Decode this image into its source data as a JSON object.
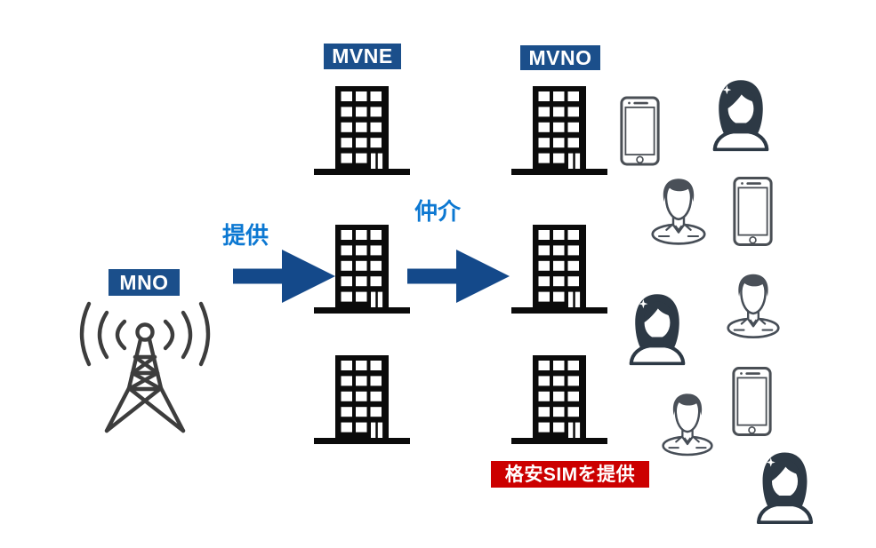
{
  "diagram": {
    "type": "flow-diagram",
    "description_visible_text_only": true
  },
  "nodes": {
    "mno": {
      "label": "MNO",
      "icon": "radio-tower-icon"
    },
    "mvne": {
      "label": "MVNE",
      "icon": "office-building-icon",
      "building_count": 3
    },
    "mvno": {
      "label": "MVNO",
      "icon": "office-building-icon",
      "building_count": 3,
      "note_label": "格安SIMを提供"
    }
  },
  "arrows": {
    "mno_to_mvne": {
      "label": "提供",
      "direction": "right"
    },
    "mvne_to_mvno": {
      "label": "仲介",
      "direction": "right"
    }
  },
  "consumers": [
    {
      "icon": "smartphone-icon"
    },
    {
      "icon": "female-user-icon"
    },
    {
      "icon": "male-user-icon"
    },
    {
      "icon": "smartphone-icon"
    },
    {
      "icon": "male-user-icon"
    },
    {
      "icon": "female-user-icon"
    },
    {
      "icon": "smartphone-icon"
    },
    {
      "icon": "male-user-icon"
    },
    {
      "icon": "female-user-icon"
    }
  ],
  "colors": {
    "badge_blue": "#1b4f8b",
    "arrow_blue": "#14498a",
    "label_blue": "#0c78d2",
    "note_red": "#cc0000",
    "building_black": "#0b0b0b",
    "tower_gray": "#3d3d3d",
    "person_dark": "#2d3945"
  }
}
